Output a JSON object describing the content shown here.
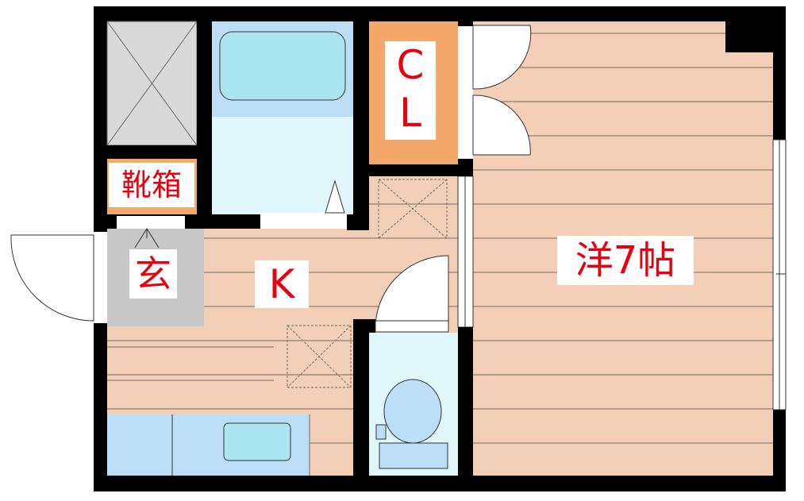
{
  "floorplan": {
    "rooms": {
      "closet": {
        "label_line1": "C",
        "label_line2": "L"
      },
      "shoe_cabinet": {
        "label": "靴箱"
      },
      "entrance": {
        "label": "玄"
      },
      "kitchen": {
        "label": "K"
      },
      "western_room": {
        "label": "洋7帖"
      }
    },
    "colors": {
      "wall": "#000000",
      "floor": "#f2cfb6",
      "floor_line": "#7a6a60",
      "bath": "#dff6fb",
      "tub": "#a9e6f2",
      "closet": "#f4a86a",
      "fixture_blue": "#bcdff7",
      "entrance_floor": "#c8c8c8",
      "label_text": "#e8000f"
    }
  }
}
